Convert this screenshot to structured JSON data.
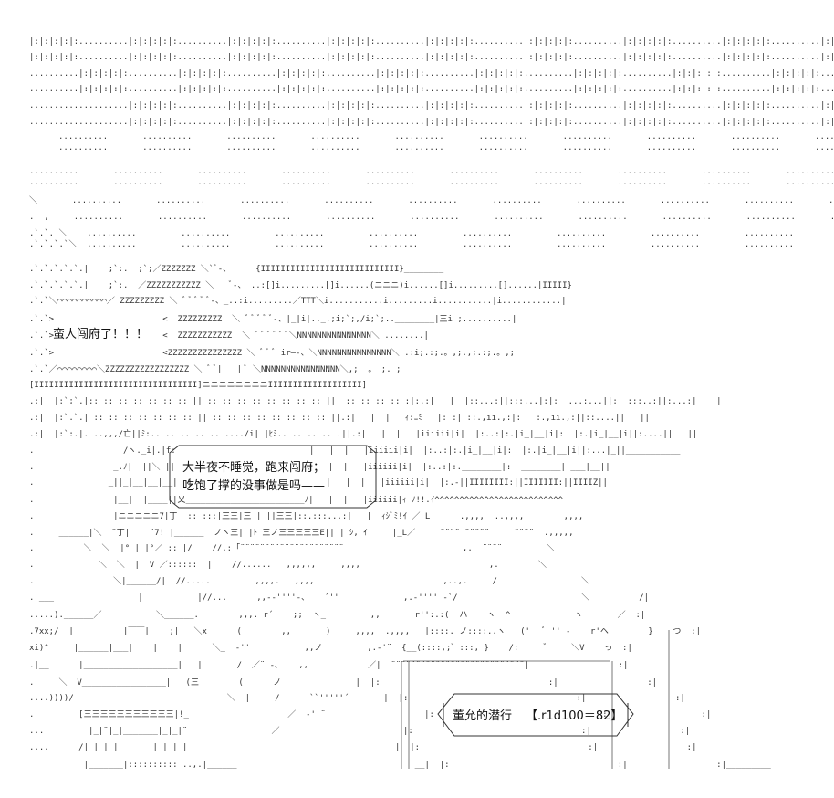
{
  "art": {
    "shout": "蛮人闯府了！！！",
    "speech_line1": "大半夜不睡觉，跑来闯府；",
    "speech_line2": "吃饱了撑的没事做是吗——",
    "roll_label": "董允的潜行",
    "roll_result": "【.r1d100＝82】"
  }
}
